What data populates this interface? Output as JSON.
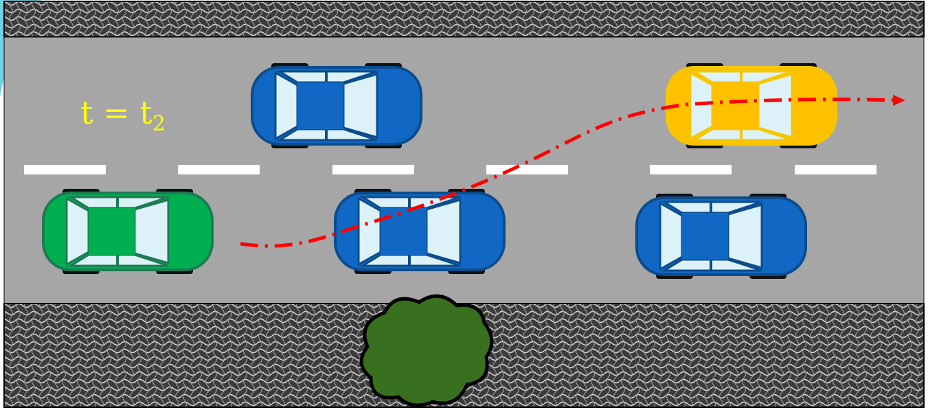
{
  "label": {
    "main": "t = t",
    "subscript": "2"
  },
  "colors": {
    "road": "#a6a6a6",
    "sidewalk_dark": "#3b3b3b",
    "sidewalk_light": "#c9c9c9",
    "lane_marking": "#ffffff",
    "label": "#ffff00",
    "trajectory": "#ff0000",
    "window": "#dcf2f8",
    "tire": "#111111",
    "tree": "#38701f",
    "backdrop": "#6ed3e3"
  },
  "vehicles": [
    {
      "name": "car-top-blue",
      "color": "#1068c4",
      "outline": "#0c4c8c"
    },
    {
      "name": "car-top-yellow",
      "color": "#ffc000",
      "outline": "#f4c700"
    },
    {
      "name": "car-bottom-green",
      "color": "#00b050",
      "outline": "#1e7a52"
    },
    {
      "name": "car-bottom-blue-middle",
      "color": "#1068c4",
      "outline": "#0c4c8c"
    },
    {
      "name": "car-bottom-blue-right",
      "color": "#1068c4",
      "outline": "#0c4c8c"
    }
  ]
}
